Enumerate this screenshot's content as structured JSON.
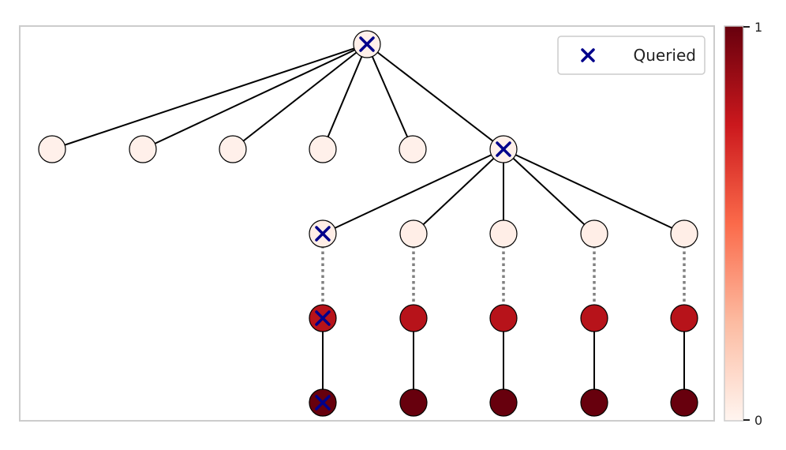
{
  "legend": {
    "label": "Queried",
    "marker_color": "#00008b"
  },
  "colorbar": {
    "max_label": "1",
    "min_label": "0",
    "colormap": "Reds",
    "stops": [
      "#fff5f0",
      "#fcbba1",
      "#fb6a4a",
      "#cb181d",
      "#67000d"
    ]
  },
  "tree": {
    "edge_color": "#000000",
    "dotted_edge_color": "#808080",
    "marker_color": "#00008b",
    "nodes": [
      {
        "id": "root",
        "value": 0.02,
        "queried": true
      },
      {
        "id": "c1",
        "value": 0.02,
        "queried": false
      },
      {
        "id": "c2",
        "value": 0.02,
        "queried": false
      },
      {
        "id": "c3",
        "value": 0.02,
        "queried": false
      },
      {
        "id": "c4",
        "value": 0.02,
        "queried": false
      },
      {
        "id": "c5",
        "value": 0.02,
        "queried": false
      },
      {
        "id": "c6",
        "value": 0.02,
        "queried": true
      },
      {
        "id": "g1",
        "value": 0.03,
        "queried": true
      },
      {
        "id": "g2",
        "value": 0.03,
        "queried": false
      },
      {
        "id": "g3",
        "value": 0.03,
        "queried": false
      },
      {
        "id": "g4",
        "value": 0.03,
        "queried": false
      },
      {
        "id": "g5",
        "value": 0.03,
        "queried": false
      },
      {
        "id": "m1",
        "value": 0.8,
        "queried": true
      },
      {
        "id": "m2",
        "value": 0.8,
        "queried": false
      },
      {
        "id": "m3",
        "value": 0.8,
        "queried": false
      },
      {
        "id": "m4",
        "value": 0.8,
        "queried": false
      },
      {
        "id": "m5",
        "value": 0.8,
        "queried": false
      },
      {
        "id": "l1",
        "value": 1.0,
        "queried": true
      },
      {
        "id": "l2",
        "value": 1.0,
        "queried": false
      },
      {
        "id": "l3",
        "value": 1.0,
        "queried": false
      },
      {
        "id": "l4",
        "value": 1.0,
        "queried": false
      },
      {
        "id": "l5",
        "value": 1.0,
        "queried": false
      }
    ],
    "edges": [
      {
        "from": "root",
        "to": "c1",
        "style": "solid"
      },
      {
        "from": "root",
        "to": "c2",
        "style": "solid"
      },
      {
        "from": "root",
        "to": "c3",
        "style": "solid"
      },
      {
        "from": "root",
        "to": "c4",
        "style": "solid"
      },
      {
        "from": "root",
        "to": "c5",
        "style": "solid"
      },
      {
        "from": "root",
        "to": "c6",
        "style": "solid"
      },
      {
        "from": "c6",
        "to": "g1",
        "style": "solid"
      },
      {
        "from": "c6",
        "to": "g2",
        "style": "solid"
      },
      {
        "from": "c6",
        "to": "g3",
        "style": "solid"
      },
      {
        "from": "c6",
        "to": "g4",
        "style": "solid"
      },
      {
        "from": "c6",
        "to": "g5",
        "style": "solid"
      },
      {
        "from": "g1",
        "to": "m1",
        "style": "dotted"
      },
      {
        "from": "g2",
        "to": "m2",
        "style": "dotted"
      },
      {
        "from": "g3",
        "to": "m3",
        "style": "dotted"
      },
      {
        "from": "g4",
        "to": "m4",
        "style": "dotted"
      },
      {
        "from": "g5",
        "to": "m5",
        "style": "dotted"
      },
      {
        "from": "m1",
        "to": "l1",
        "style": "solid"
      },
      {
        "from": "m2",
        "to": "l2",
        "style": "solid"
      },
      {
        "from": "m3",
        "to": "l3",
        "style": "solid"
      },
      {
        "from": "m4",
        "to": "l4",
        "style": "solid"
      },
      {
        "from": "m5",
        "to": "l5",
        "style": "solid"
      }
    ]
  }
}
